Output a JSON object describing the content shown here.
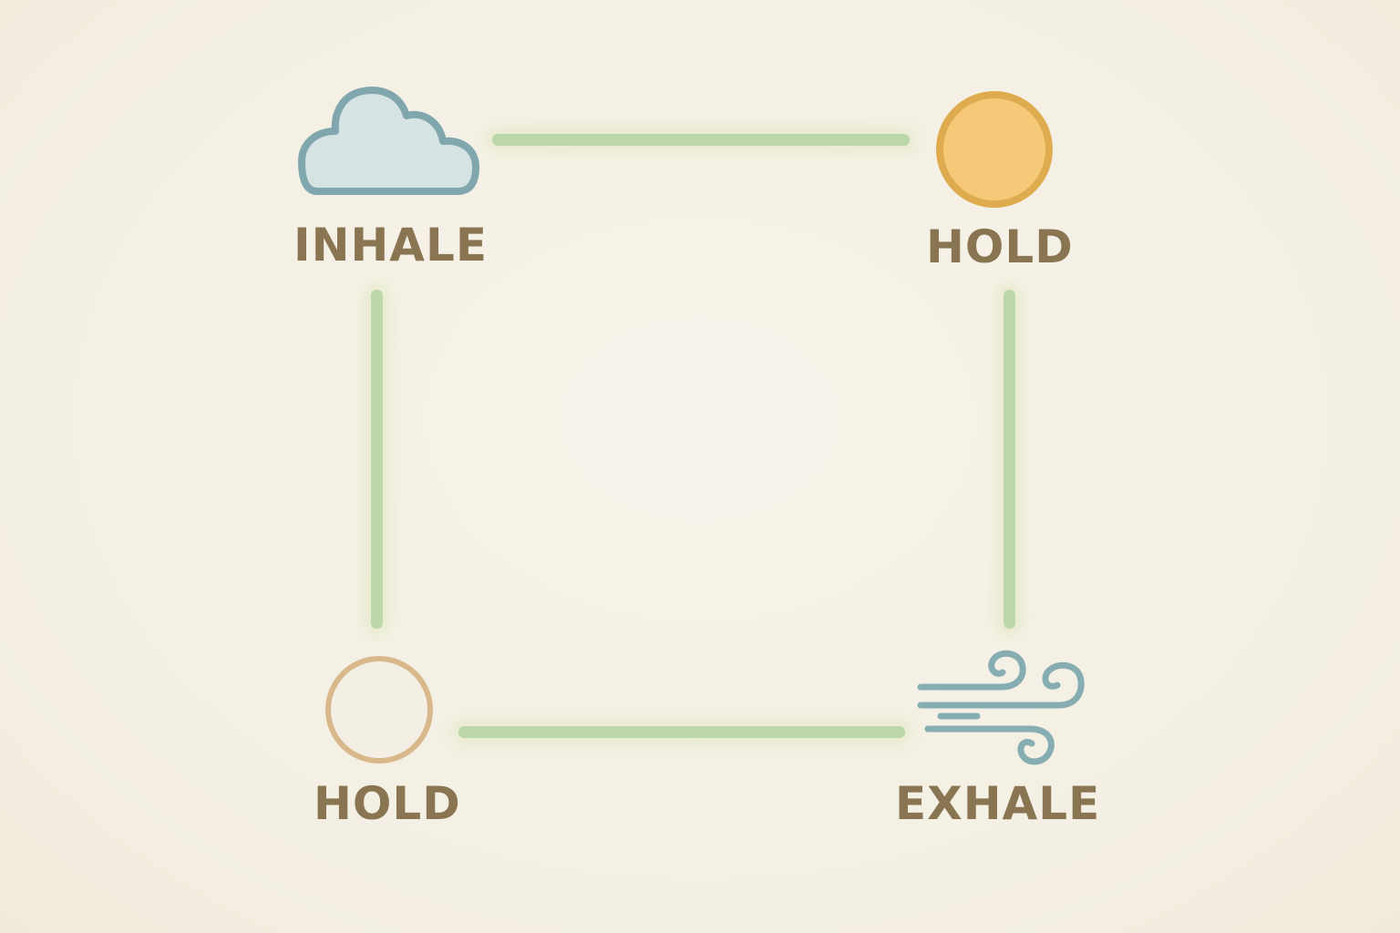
{
  "diagram": {
    "steps": [
      {
        "id": "inhale",
        "label": "INHALE",
        "icon": "cloud-icon"
      },
      {
        "id": "hold_top",
        "label": "HOLD",
        "icon": "sun-icon"
      },
      {
        "id": "exhale",
        "label": "EXHALE",
        "icon": "wind-icon"
      },
      {
        "id": "hold_bottom",
        "label": "HOLD",
        "icon": "empty-circle-icon"
      }
    ],
    "colors": {
      "background": "#f5f0e5",
      "path": "#bcd8a8",
      "label": "#8a7553",
      "cloud_fill": "#d5e4e2",
      "cloud_stroke": "#7fa7ad",
      "sun_fill": "#f5c978",
      "sun_stroke": "#deac4f",
      "circle_stroke": "#d9b88c",
      "wind_stroke": "#86adb1"
    }
  }
}
